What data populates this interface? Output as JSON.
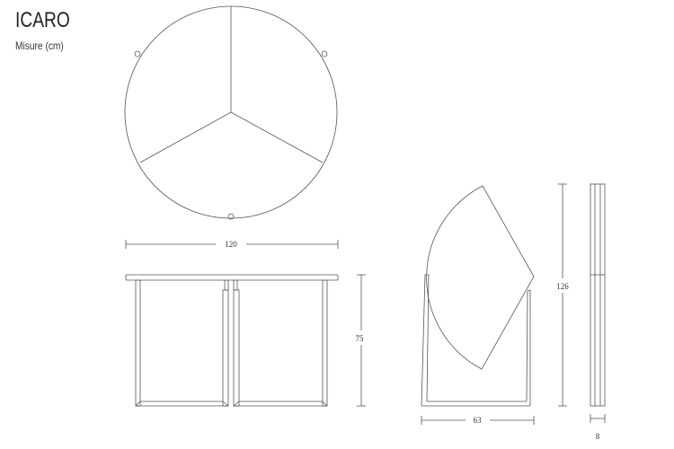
{
  "header": {
    "title": "ICARO",
    "subtitle": "Misure (cm)"
  },
  "dimensions": {
    "width": "120",
    "height": "75",
    "mirror_height": "126",
    "depth": "63",
    "thickness": "8"
  }
}
